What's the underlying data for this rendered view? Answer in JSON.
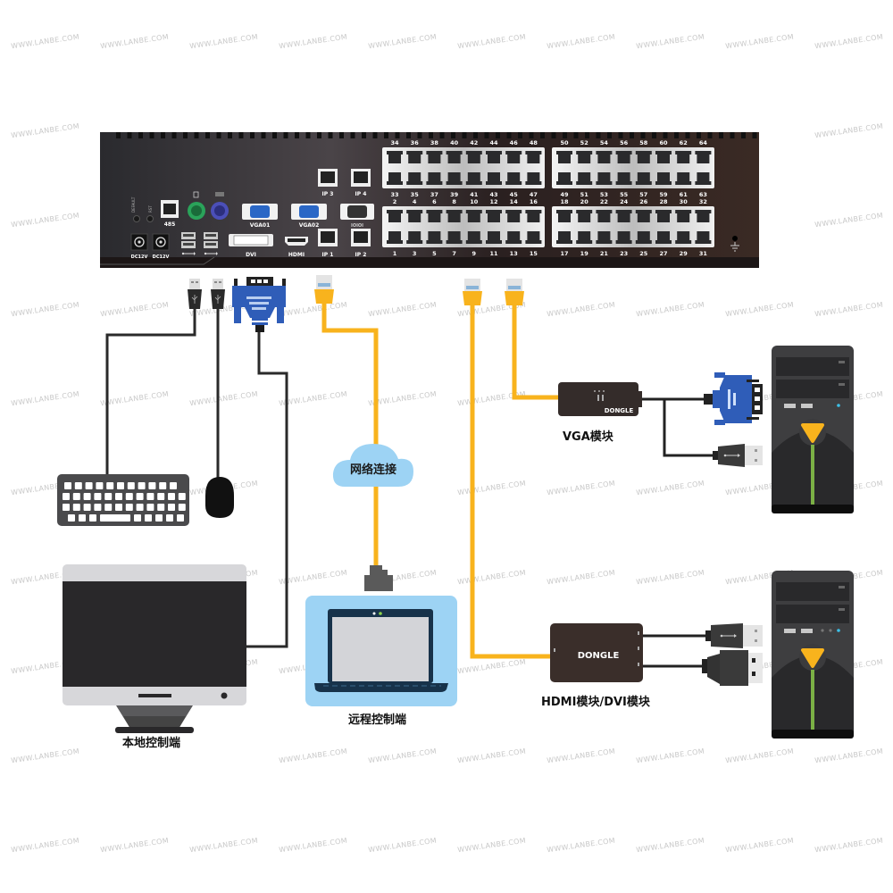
{
  "watermark": "WWW.LANBE.COM",
  "kvm_switch": {
    "left_ports": {
      "default_led": "DEFAULT",
      "rst_led": "RST",
      "rs485": "485",
      "power1": "DC12V",
      "power2": "DC12V",
      "vga1": "VGA01",
      "vga2": "VGA02",
      "dvi": "DVI",
      "hdmi": "HDMI",
      "serial": "IOIOI",
      "ip1": "IP 1",
      "ip2": "IP 2",
      "ip3": "IP 3",
      "ip4": "IP 4"
    },
    "port_blocks": [
      {
        "top": [
          "34",
          "36",
          "38",
          "40",
          "42",
          "44",
          "46",
          "48"
        ],
        "bottom": [
          "33",
          "35",
          "37",
          "39",
          "41",
          "43",
          "45",
          "47"
        ]
      },
      {
        "top": [
          "50",
          "52",
          "54",
          "56",
          "58",
          "60",
          "62",
          "64"
        ],
        "bottom": [
          "49",
          "51",
          "53",
          "55",
          "57",
          "59",
          "61",
          "63"
        ]
      },
      {
        "top": [
          "2",
          "4",
          "6",
          "8",
          "10",
          "12",
          "14",
          "16"
        ],
        "bottom": [
          "1",
          "3",
          "5",
          "7",
          "9",
          "11",
          "13",
          "15"
        ]
      },
      {
        "top": [
          "18",
          "20",
          "22",
          "24",
          "26",
          "28",
          "30",
          "32"
        ],
        "bottom": [
          "17",
          "19",
          "21",
          "23",
          "25",
          "27",
          "29",
          "31"
        ]
      }
    ]
  },
  "labels": {
    "network": "网络连接",
    "remote": "远程控制端",
    "local": "本地控制端",
    "vga_module": "VGA模块",
    "hdmi_module": "HDMI模块/DVI模块",
    "dongle": "DONGLE"
  },
  "colors": {
    "cable_yellow": "#f8b31d",
    "cable_black": "#1c1c1c",
    "vga_blue": "#2f5db8",
    "cloud_blue": "#9dd3f4",
    "chassis": "#2b2424"
  }
}
